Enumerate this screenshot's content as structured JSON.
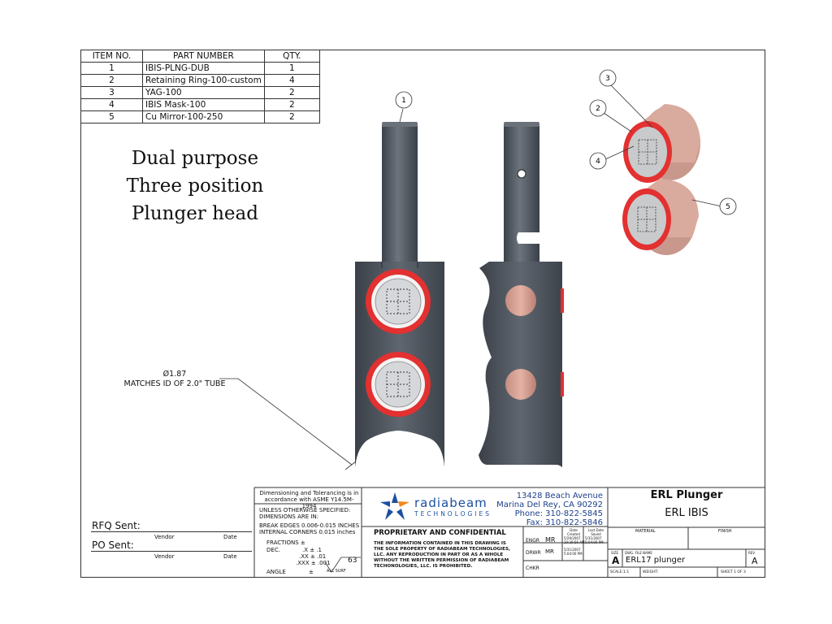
{
  "bom": {
    "headers": [
      "ITEM NO.",
      "PART NUMBER",
      "QTY."
    ],
    "rows": [
      {
        "item": "1",
        "part": "IBIS-PLNG-DUB",
        "qty": "1"
      },
      {
        "item": "2",
        "part": "Retaining Ring-100-custom",
        "qty": "4"
      },
      {
        "item": "3",
        "part": "YAG-100",
        "qty": "2"
      },
      {
        "item": "4",
        "part": "IBIS Mask-100",
        "qty": "2"
      },
      {
        "item": "5",
        "part": "Cu Mirror-100-250",
        "qty": "2"
      }
    ]
  },
  "note": {
    "line1": "Dual purpose",
    "line2": "Three position",
    "line3": "Plunger head"
  },
  "balloons": {
    "b1": "1",
    "b2": "2",
    "b3": "3",
    "b4": "4",
    "b5": "5"
  },
  "dimension": {
    "value": "Ø1.87",
    "text": "MATCHES ID OF 2.0\" TUBE"
  },
  "rfq": {
    "rfq_label": "RFQ Sent:",
    "po_label": "PO Sent:",
    "vendor": "Vendor",
    "date": "Date"
  },
  "tolerance": {
    "line1": "Dimensioning and Tolerancing is in",
    "line2": "accordance with ASME Y14.5M-1994",
    "line3": "UNLESS OTHERWISE SPECIFIED:",
    "line4": "DIMENSIONS ARE IN:",
    "line5": "BREAK EDGES  0.006-0.015 INCHES",
    "line6": "INTERNAL CORNERS  0.015 inches",
    "fractions": "FRACTIONS    ±",
    "dec": "DEC.",
    "x": ".X  ±  .1",
    "xx": ".XX  ±  .01",
    "xxx": ".XXX  ±  .001",
    "angle": "ANGLE",
    "angle_pm": "±",
    "finish_num": "63",
    "all_surf": "ALL SURF"
  },
  "company": {
    "name": "radiabeam",
    "sub": "TECHNOLOGIES",
    "addr1": "13428 Beach Avenue",
    "addr2": "Marina Del Rey, CA 90292",
    "phone": "Phone: 310-822-5845",
    "fax": "Fax: 310-822-5846"
  },
  "proprietary": {
    "title": "PROPRIETARY AND CONFIDENTIAL",
    "l1": "THE INFORMATION CONTAINED IN THIS DRAWING IS",
    "l2": "THE SOLE PROPERTY OF RADIABEAM TECHNOLOGIES,",
    "l3": "LLC.  ANY REPRODUCTION IN PART OR AS A WHOLE",
    "l4": "WITHOUT THE WRITTEN PERMISSION OF RADIABEAM",
    "l5": "TECHONOLOGIES, LLC. IS PROHIBITED."
  },
  "approvals": {
    "engr": "ENGR",
    "engr_val": "MR",
    "drwr": "DRWR",
    "drwr_val": "MR",
    "chkr": "CHKR",
    "date_created": "Date Created",
    "last_date_saved": "Last Date Saved",
    "d1": "5/29/2007",
    "d2": "5/31/2007",
    "d3": "10:29:56 AM",
    "d4": "5:04:00 PM",
    "d5": "5/31/2007",
    "d6": "5:04:00 PM"
  },
  "title_block": {
    "title": "ERL Plunger",
    "subtitle": "ERL IBIS",
    "material": "MATERIAL",
    "finish": "FINISH",
    "size_label": "SIZE",
    "size": "A",
    "dwg_label": "DWG.  FILE NAME",
    "file": "ERL17 plunger",
    "rev_label": "REV.",
    "rev": "A",
    "scale": "SCALE:1:1",
    "weight": "WEIGHT:",
    "sheet": "SHEET 1 OF 3"
  },
  "colors": {
    "body": "#505760",
    "ring": "#e02020",
    "copper": "#d9a595"
  }
}
